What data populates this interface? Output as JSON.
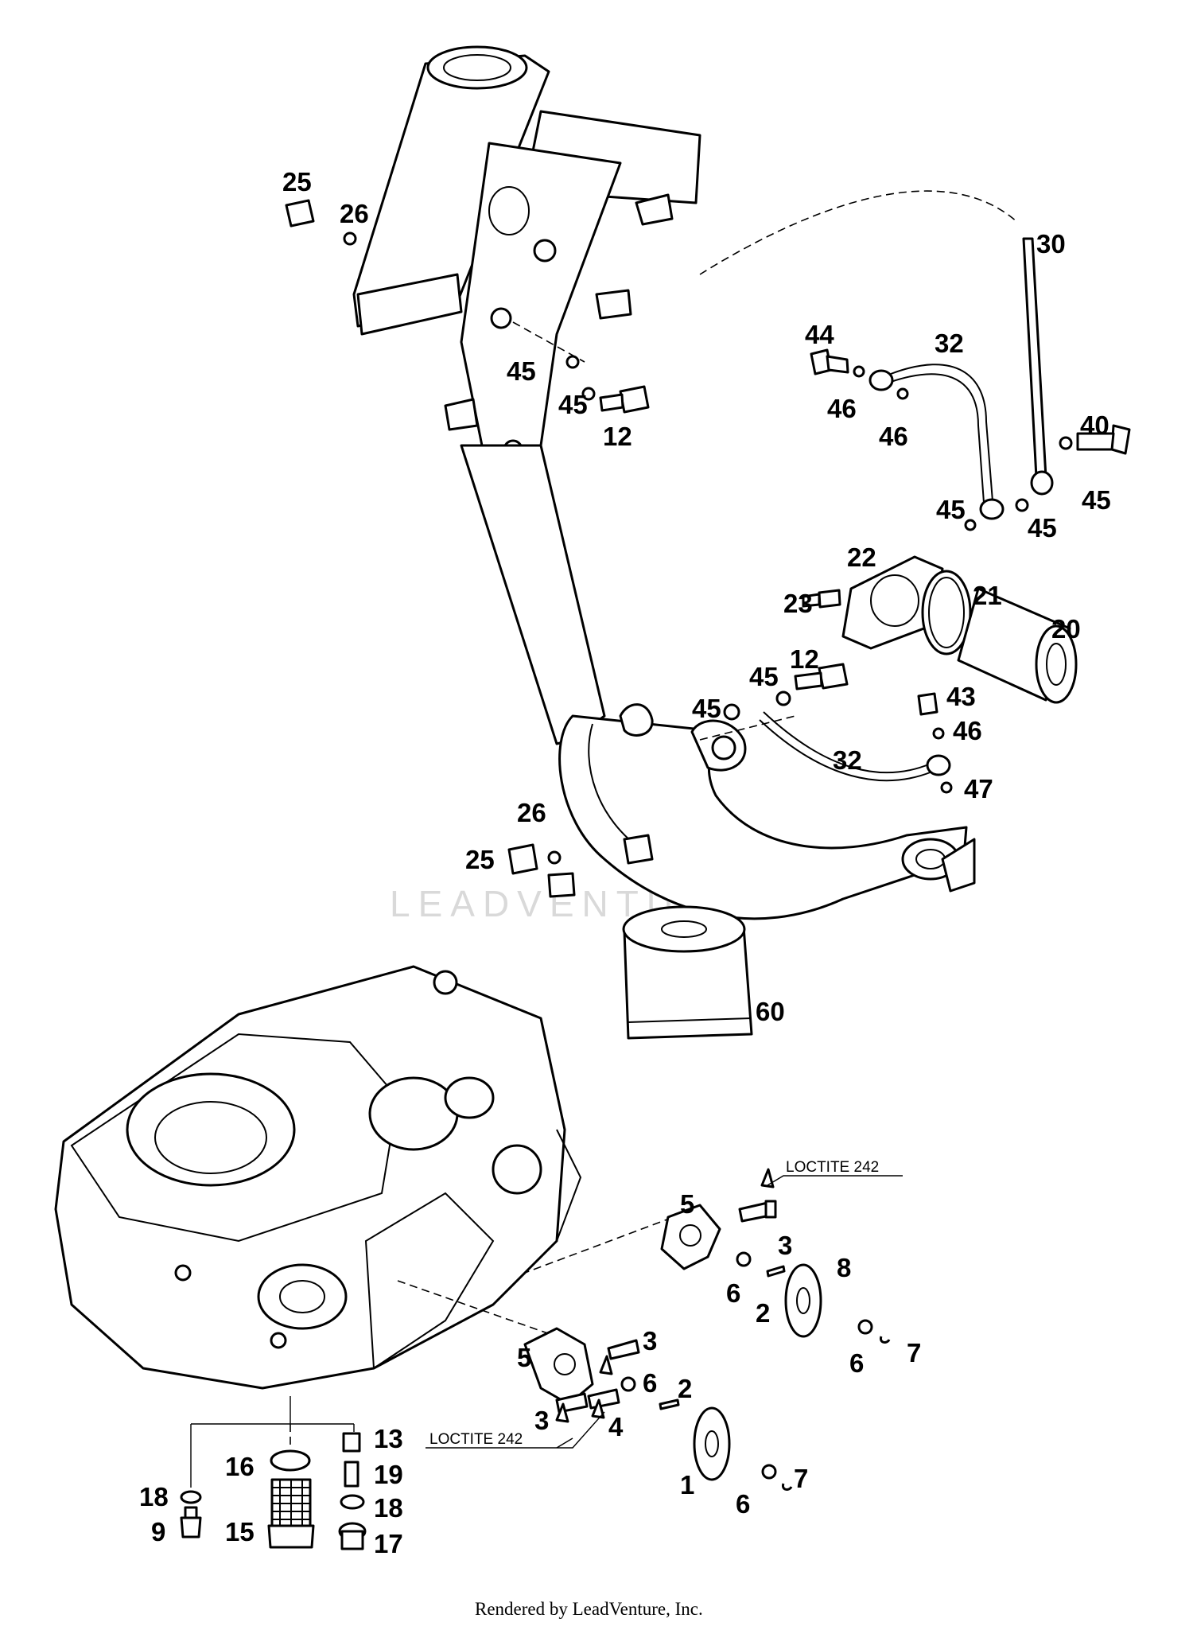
{
  "footer": "Rendered by LeadVenture, Inc.",
  "watermark": "LEADVENTURE",
  "notes": [
    "LOCTITE 242",
    "LOCTITE 242"
  ],
  "callouts": [
    "25",
    "26",
    "30",
    "44",
    "32",
    "45",
    "45",
    "12",
    "46",
    "46",
    "40",
    "45",
    "45",
    "45",
    "22",
    "23",
    "21",
    "20",
    "12",
    "45",
    "45",
    "43",
    "46",
    "32",
    "47",
    "26",
    "25",
    "60",
    "5",
    "3",
    "8",
    "6",
    "2",
    "6",
    "7",
    "5",
    "3",
    "6",
    "2",
    "3",
    "4",
    "13",
    "16",
    "19",
    "18",
    "18",
    "9",
    "15",
    "17",
    "1",
    "6",
    "7"
  ]
}
